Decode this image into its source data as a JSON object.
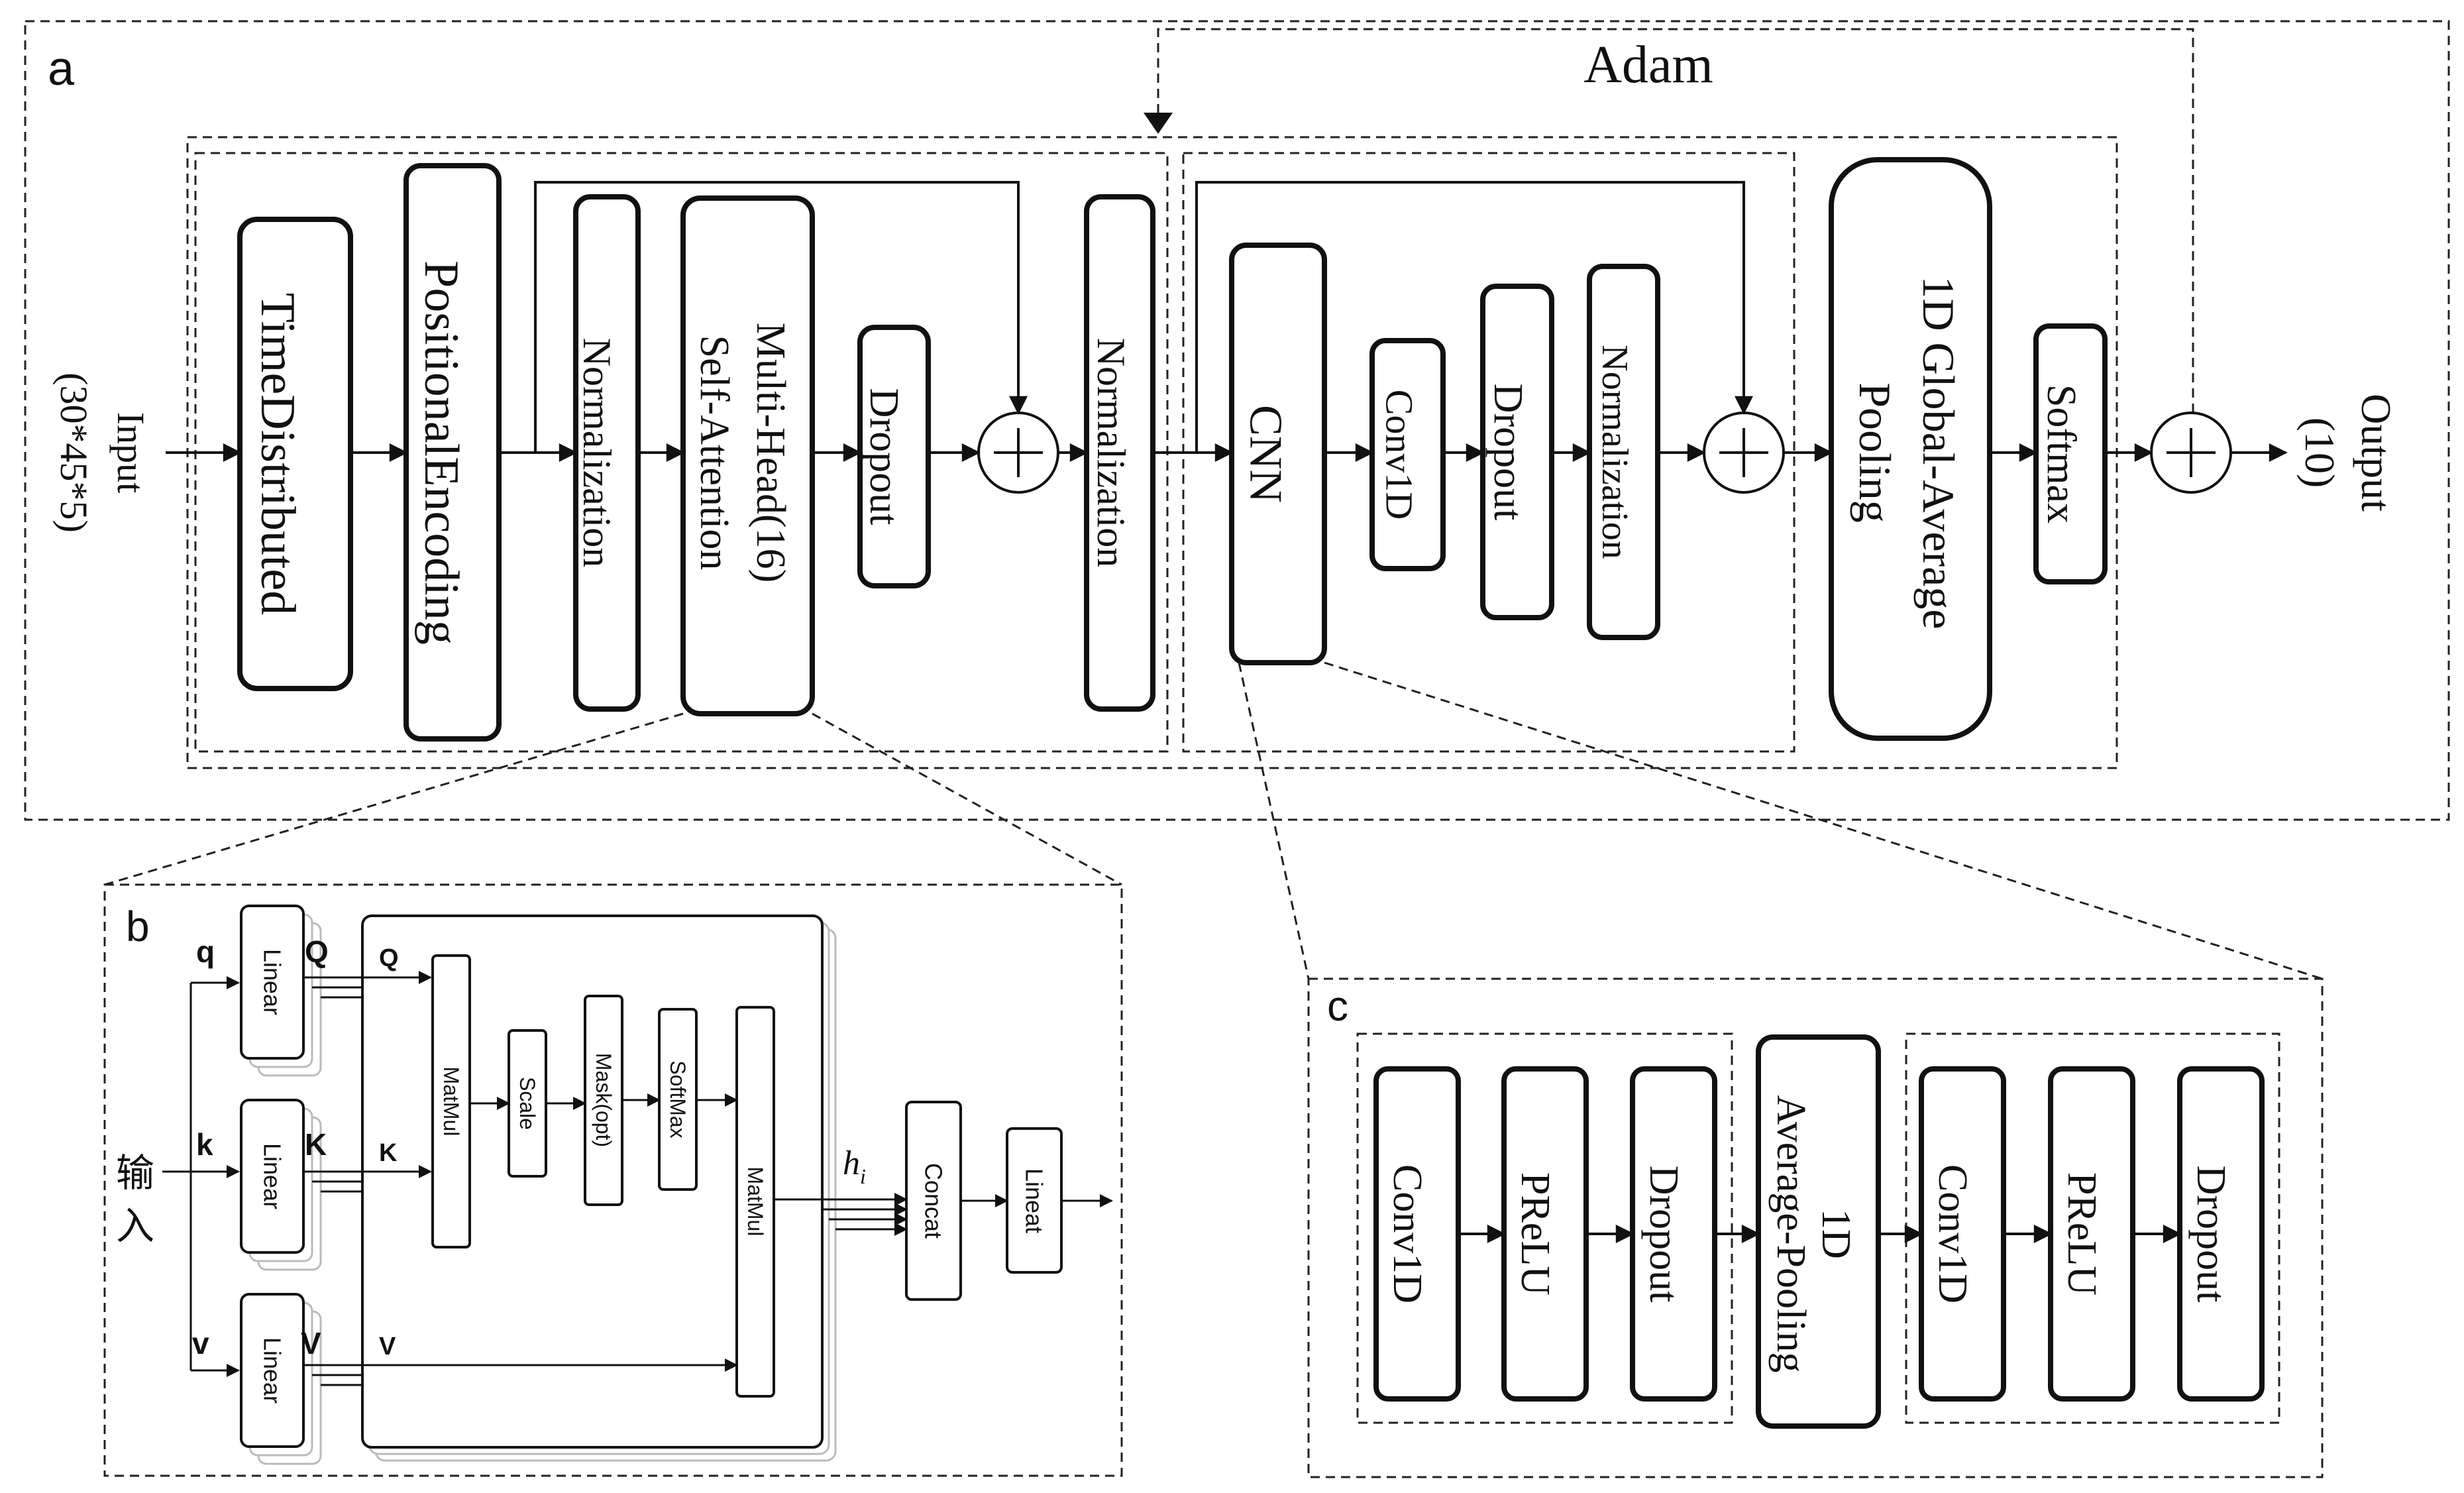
{
  "panel_a": {
    "tag": "a",
    "optimizer": "Adam",
    "input_label": "Input",
    "input_shape": "(30*45*5)",
    "output_label": "Output",
    "output_shape": "(10)",
    "blocks": {
      "time_distributed": "TimeDistributed",
      "positional_encoding": "PositionalEncoding",
      "normalization_1": "Normalization",
      "mhsa_line1": "Multi-Head(16)",
      "mhsa_line2": "Self-Attention",
      "dropout_1": "Dropout",
      "normalization_2": "Normalization",
      "cnn": "CNN",
      "conv1d": "Conv1D",
      "dropout_2": "Dropout",
      "normalization_3": "Normalization",
      "gap_line1": "1D Global-Average",
      "gap_line2": "Pooling",
      "softmax": "Softmax"
    }
  },
  "panel_b": {
    "tag": "b",
    "input_label_1": "输",
    "input_label_2": "入",
    "q_in": "q",
    "k_in": "k",
    "v_in": "v",
    "q_out": "Q",
    "k_out": "K",
    "v_out": "V",
    "q_inner": "Q",
    "k_inner": "K",
    "v_inner": "V",
    "linear": "Linear",
    "matmul_1": "MatMul",
    "scale": "Scale",
    "mask": "Mask(opt)",
    "softmax": "SoftMax",
    "matmul_2": "MatMul",
    "head_symbol": "h",
    "head_subscript": "i",
    "concat": "Concat",
    "final_linear": "Lineat"
  },
  "panel_c": {
    "tag": "c",
    "left_group": [
      "Conv1D",
      "PReLU",
      "Dropout"
    ],
    "pool_line1": "1D",
    "pool_line2": "Average-Pooling",
    "right_group": [
      "Conv1D",
      "PReLU",
      "Dropout"
    ]
  }
}
